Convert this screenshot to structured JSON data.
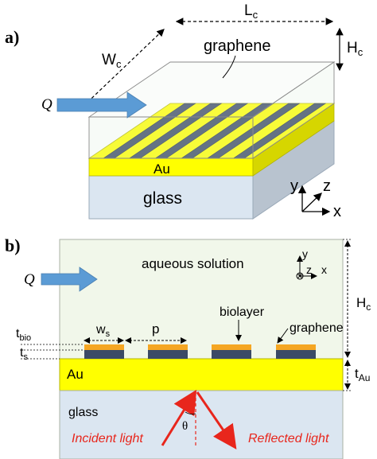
{
  "panels": {
    "a": {
      "label": "a)",
      "dims": {
        "L": "L",
        "L_sub": "c",
        "W": "W",
        "W_sub": "c",
        "H": "H",
        "H_sub": "c"
      },
      "flow": "Q",
      "graphene_label": "graphene",
      "gold_label": "Au",
      "glass_label": "glass",
      "axes": {
        "x": "x",
        "y": "y",
        "z": "z"
      },
      "stripe_count": 6
    },
    "b": {
      "label": "b)",
      "flow": "Q",
      "solution_label": "aqueous solution",
      "biolayer_label": "biolayer",
      "graphene_label": "graphene",
      "gold_label": "Au",
      "glass_label": "glass",
      "incident_label": "Incident light",
      "reflected_label": "Reflected light",
      "theta": "θ",
      "dims": {
        "Hc": "H",
        "Hc_sub": "c",
        "tAu": "t",
        "tAu_sub": "Au",
        "tbio": "t",
        "tbio_sub": "bio",
        "ts": "t",
        "ts_sub": "s",
        "ws": "w",
        "ws_sub": "s",
        "p": "p"
      },
      "axes": {
        "x": "x",
        "y": "y",
        "z": "z"
      },
      "strip_count": 4
    }
  },
  "colors": {
    "gold": "#ffff00",
    "gold_dark": "#d6d600",
    "graphene": "#3b4a66",
    "biolayer": "#f5a623",
    "glass": "#dbe6f1",
    "solution": "#f1f7ea",
    "arrow_blue": "#5b9bd5",
    "light_red": "#e8261c"
  }
}
